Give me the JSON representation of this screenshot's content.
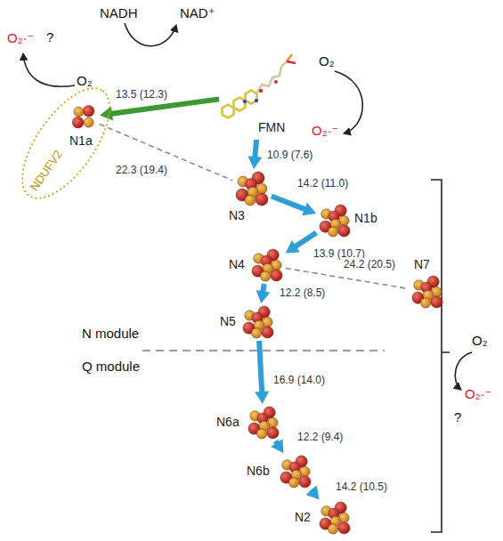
{
  "diagram": {
    "nodes": [
      {
        "text": [
          "FMN"
        ]
      },
      {
        "text": [
          "NDUFV2"
        ]
      },
      {
        "text": [
          "N1a"
        ],
        "in": 1
      },
      {
        "text": [
          "N3"
        ]
      },
      {
        "text": [
          "N1b"
        ]
      },
      {
        "text": [
          "N4"
        ]
      },
      {
        "text": [
          "N7"
        ]
      },
      {
        "text": [
          "N5"
        ]
      },
      {
        "text": [
          "N6a"
        ]
      },
      {
        "text": [
          "N6b"
        ]
      },
      {
        "text": [
          "N2"
        ]
      }
    ],
    "edges": [
      {
        "from": 0,
        "to": 2,
        "arrow": "to",
        "label": "13.5 (12.3)"
      },
      {
        "from": 0,
        "to": 3,
        "arrow": "to",
        "label": "10.9 (7.6)"
      },
      {
        "from": 2,
        "to": 3,
        "arrow": "none",
        "label": "22.3 (19.4)"
      },
      {
        "from": 3,
        "to": 4,
        "arrow": "to",
        "label": "14.2 (11.0)"
      },
      {
        "from": 4,
        "to": 5,
        "arrow": "to",
        "label": "13.9 (10.7)"
      },
      {
        "from": 5,
        "to": 6,
        "arrow": "none",
        "label": "24.2 (20.5)"
      },
      {
        "from": 5,
        "to": 7,
        "arrow": "to",
        "label": "12.2 (8.5)"
      },
      {
        "from": 7,
        "to": 8,
        "arrow": "to",
        "label": "16.9 (14.0)"
      },
      {
        "from": 8,
        "to": 9,
        "arrow": "to",
        "label": "12.2 (9.4)"
      },
      {
        "from": 9,
        "to": 10,
        "arrow": "to",
        "label": "14.2 (10.5)"
      }
    ],
    "labels": [
      "NADH",
      "NAD⁺",
      "O₂·⁻",
      "?",
      "O₂",
      "O₂",
      "O₂·⁻",
      "N module",
      "Q module",
      "O₂",
      "O₂·⁻",
      "?"
    ]
  }
}
